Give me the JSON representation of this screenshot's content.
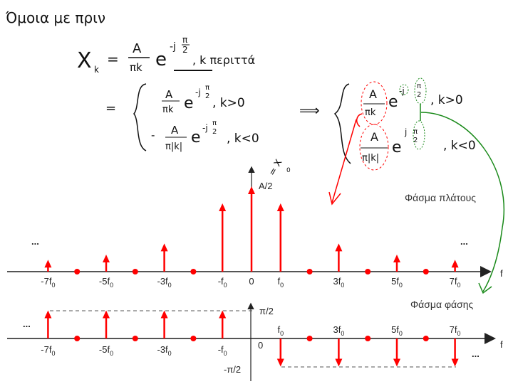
{
  "header": {
    "title": "Όμοια με πριν"
  },
  "equations": {
    "line1": {
      "lhs": "X",
      "lhs_sub": "k",
      "eq": "=",
      "num": "A",
      "den": "πk",
      "e": "e",
      "exp": "-j",
      "exp_num": "π",
      "exp_den": "2",
      "cond": ", k περιττά"
    },
    "case_pos": {
      "eq": "=",
      "num": "A",
      "den": "πk",
      "e": "e",
      "exp": "-j",
      "exp_num": "π",
      "exp_den": "2",
      "cond": ", k>0"
    },
    "case_neg": {
      "sign": "-",
      "num": "A",
      "den": "π|k|",
      "e": "e",
      "exp": "-j",
      "exp_num": "π",
      "exp_den": "2",
      "cond": ", k<0"
    },
    "implies": "⟹",
    "r_pos": {
      "num": "A",
      "den": "πk",
      "e": "e",
      "exp": "-j",
      "exp_num": "π",
      "exp_den": "2",
      "cond": ", k>0"
    },
    "r_neg": {
      "num": "A",
      "den": "π|k|",
      "e": "e",
      "exp": "j",
      "exp_num": "π",
      "exp_den": "2",
      "cond": ", k<0"
    }
  },
  "colors": {
    "spectrum": "#ff0000",
    "magnitude_annot": "#ff0000",
    "phase_annot": "#1a8a1a",
    "axis": "#555555"
  },
  "amplitude_plot": {
    "title": "Φάσμα πλάτους",
    "y_label": "A/2",
    "x0_note": "= X",
    "x0_note_sub": "0",
    "axis_label": "f",
    "ellipsis": "...",
    "ticks": [
      {
        "label": "-7f",
        "sub": "0",
        "k": -7,
        "value": 0.14
      },
      {
        "label": "-5f",
        "sub": "0",
        "k": -5,
        "value": 0.2
      },
      {
        "label": "-3f",
        "sub": "0",
        "k": -3,
        "value": 0.33
      },
      {
        "label": "-f",
        "sub": "0",
        "k": -1,
        "value": 0.8
      },
      {
        "label": "0",
        "sub": "",
        "k": 0,
        "value": 1.0
      },
      {
        "label": "f",
        "sub": "0",
        "k": 1,
        "value": 0.8
      },
      {
        "label": "3f",
        "sub": "0",
        "k": 3,
        "value": 0.33
      },
      {
        "label": "5f",
        "sub": "0",
        "k": 5,
        "value": 0.2
      },
      {
        "label": "7f",
        "sub": "0",
        "k": 7,
        "value": 0.14
      }
    ],
    "zeros_k": [
      -6,
      -4,
      -2,
      2,
      4,
      6
    ]
  },
  "phase_plot": {
    "title": "Φάσμα φάσης",
    "pos_label": "π/2",
    "neg_label": "-π/2",
    "origin_label": "0",
    "axis_label": "f",
    "ellipsis": "...",
    "ticks": [
      {
        "label": "-7f",
        "sub": "0",
        "k": -7,
        "phase": 0.5
      },
      {
        "label": "-5f",
        "sub": "0",
        "k": -5,
        "phase": 0.5
      },
      {
        "label": "-3f",
        "sub": "0",
        "k": -3,
        "phase": 0.5
      },
      {
        "label": "-f",
        "sub": "0",
        "k": -1,
        "phase": 0.5
      },
      {
        "label": "f",
        "sub": "0",
        "k": 1,
        "phase": -0.5
      },
      {
        "label": "3f",
        "sub": "0",
        "k": 3,
        "phase": -0.5
      },
      {
        "label": "5f",
        "sub": "0",
        "k": 5,
        "phase": -0.5
      },
      {
        "label": "7f",
        "sub": "0",
        "k": 7,
        "phase": -0.5
      }
    ],
    "zeros_k": [
      -6,
      -4,
      -2,
      2,
      4,
      6
    ]
  }
}
